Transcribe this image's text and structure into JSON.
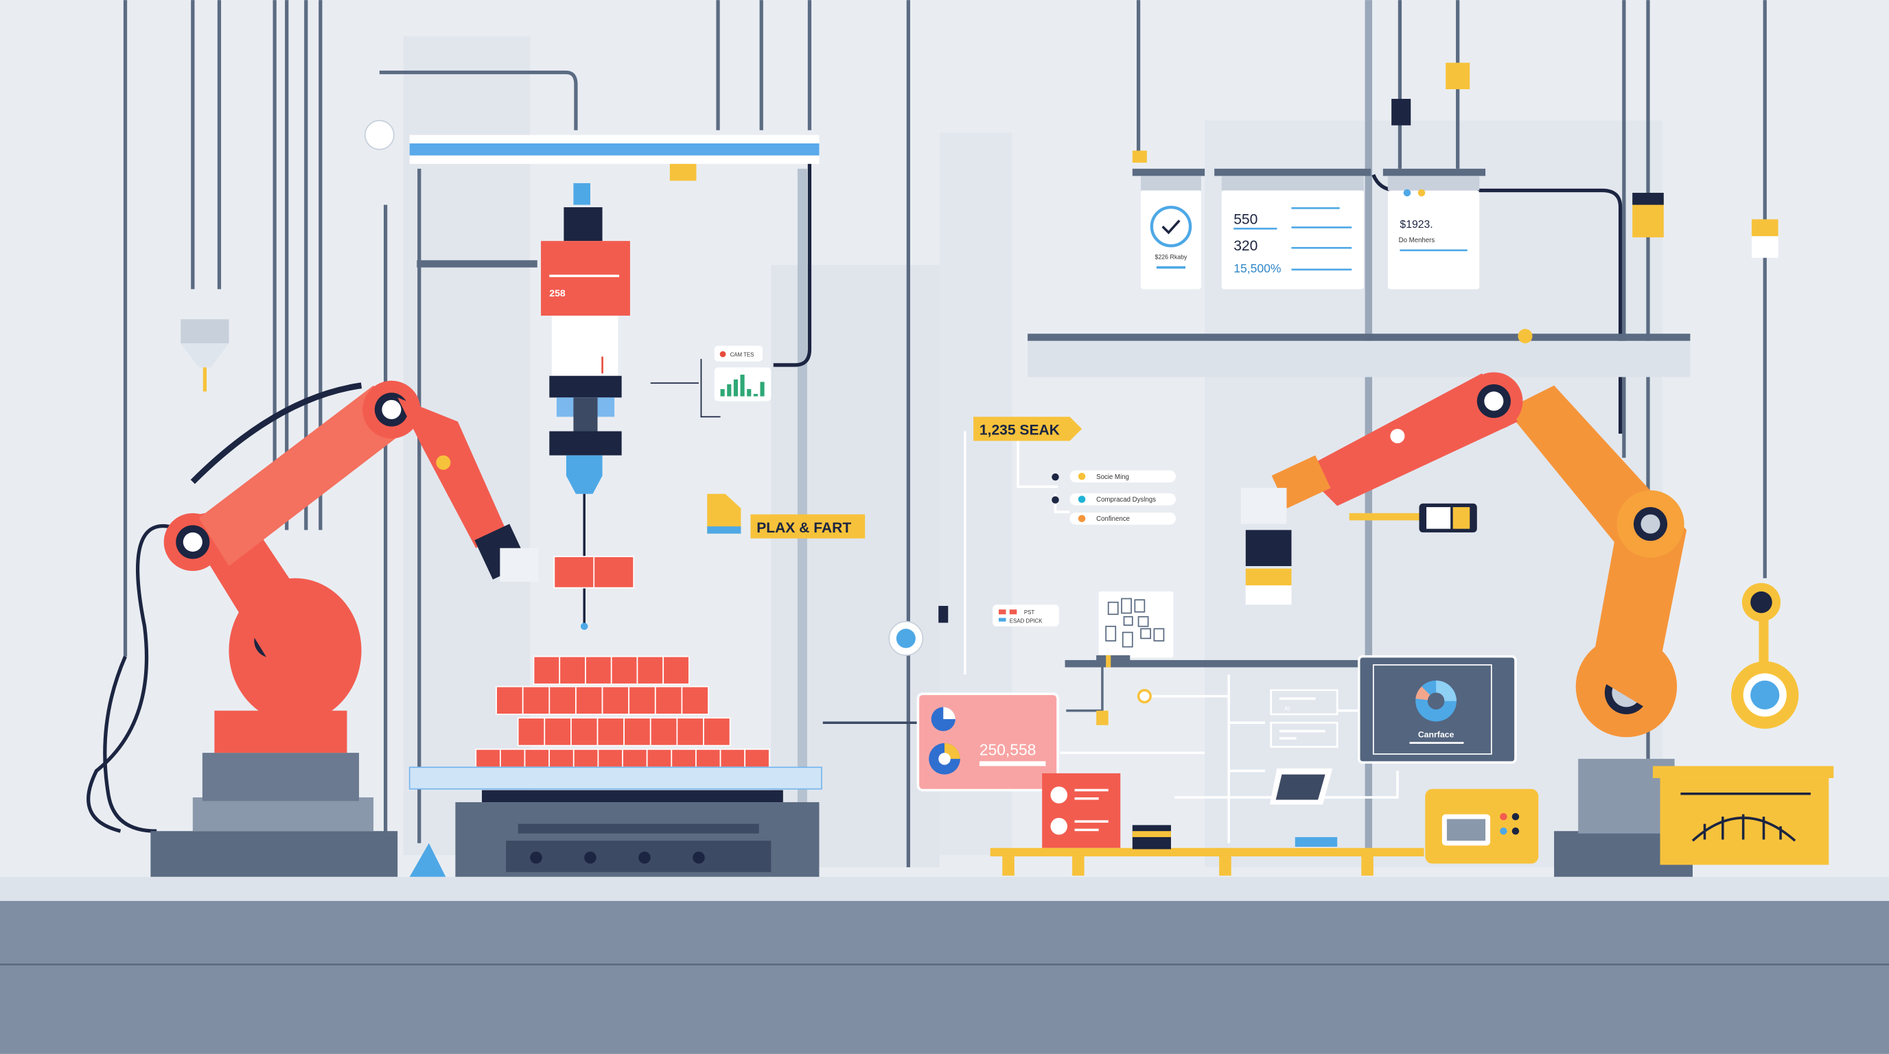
{
  "colors": {
    "background": "#e9edf2",
    "floor": "#7f8ea3",
    "robot_left": "#f25c4f",
    "robot_right": "#f5953a",
    "accent_yellow": "#f7c23b",
    "accent_blue": "#4ea8e6",
    "navy": "#1c2541",
    "steel": "#5b6b82"
  },
  "press": {
    "label": "258"
  },
  "mini_chart": {
    "label": "CAM TES",
    "icon": "flame-icon",
    "bars": [
      3,
      5,
      7,
      9,
      3,
      1,
      6
    ]
  },
  "folder_tag": {
    "label": "PLAX & FART",
    "icon": "document-icon"
  },
  "panels": {
    "status": {
      "caption": "$226 Rkaby",
      "icon": "check-circle-icon"
    },
    "metrics": {
      "values": [
        "550",
        "320",
        "15,500%"
      ]
    },
    "members": {
      "amount": "$1923.",
      "caption": "Do Menhers"
    }
  },
  "seak_tag": {
    "label": "1,235 SEAK"
  },
  "steps": [
    {
      "label": "Socie Ming",
      "icon": "warning-icon"
    },
    {
      "label": "Compracad Dyslngs",
      "icon": "check-icon"
    },
    {
      "label": "Confinence",
      "icon": "info-icon"
    }
  ],
  "legend_tag": {
    "rows": [
      "PST",
      "ESAD DPICK"
    ]
  },
  "pink_card": {
    "value": "250,558"
  },
  "dark_panel": {
    "label": "Canrface",
    "icon": "donut-chart-icon"
  },
  "small_box": {
    "label": "AI"
  }
}
